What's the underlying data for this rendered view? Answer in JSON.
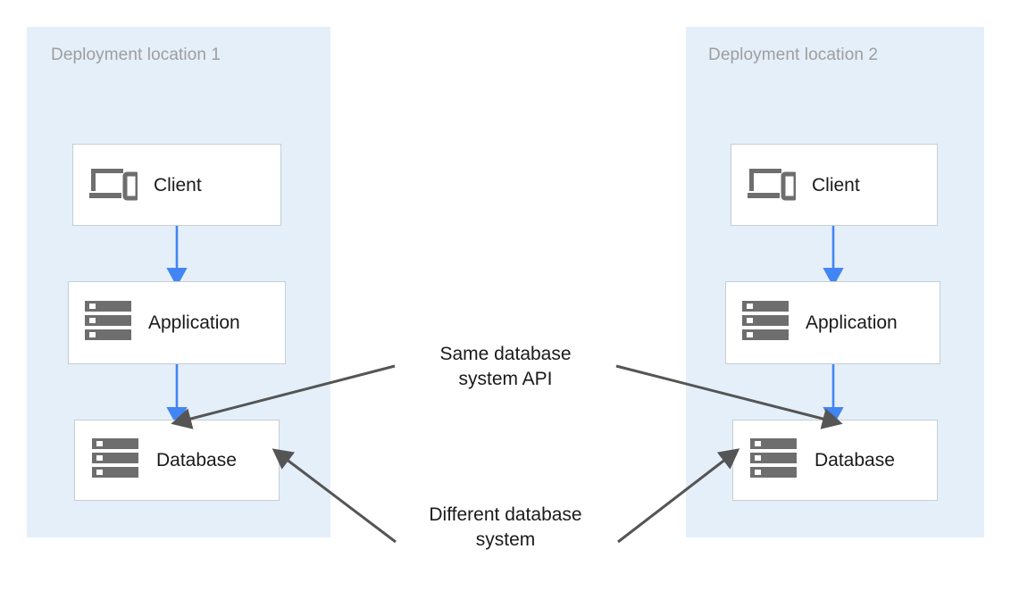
{
  "diagram": {
    "title_hidden": false,
    "colors": {
      "zone_fill": "#e5eff9",
      "zone_title_text": "#9e9e9e",
      "node_fill": "#ffffff",
      "node_border": "#c6cdd4",
      "node_label_text": "#1a1a1a",
      "flow_arrow": "#4285f4",
      "annotation_arrow": "#555555",
      "icon_gray": "#6e6e6e",
      "page_background": "#ffffff"
    },
    "zones": [
      {
        "id": "deployment-location-1",
        "title": "Deployment location 1",
        "nodes": [
          {
            "id": "client-1",
            "label": "Client",
            "icon": "devices-icon"
          },
          {
            "id": "application-1",
            "label": "Application",
            "icon": "server-icon"
          },
          {
            "id": "database-1",
            "label": "Database",
            "icon": "server-icon"
          }
        ]
      },
      {
        "id": "deployment-location-2",
        "title": "Deployment location 2",
        "nodes": [
          {
            "id": "client-2",
            "label": "Client",
            "icon": "devices-icon"
          },
          {
            "id": "application-2",
            "label": "Application",
            "icon": "server-icon"
          },
          {
            "id": "database-2",
            "label": "Database",
            "icon": "server-icon"
          }
        ]
      }
    ],
    "flows": [
      {
        "from": "client-1",
        "to": "application-1"
      },
      {
        "from": "application-1",
        "to": "database-1"
      },
      {
        "from": "client-2",
        "to": "application-2"
      },
      {
        "from": "application-2",
        "to": "database-2"
      }
    ],
    "annotations": [
      {
        "id": "same-database-system-api",
        "text": "Same database\nsystem API",
        "targets": [
          "database-1",
          "database-2"
        ]
      },
      {
        "id": "different-database-system",
        "text": "Different database\nsystem",
        "targets": [
          "database-1",
          "database-2"
        ]
      }
    ]
  }
}
